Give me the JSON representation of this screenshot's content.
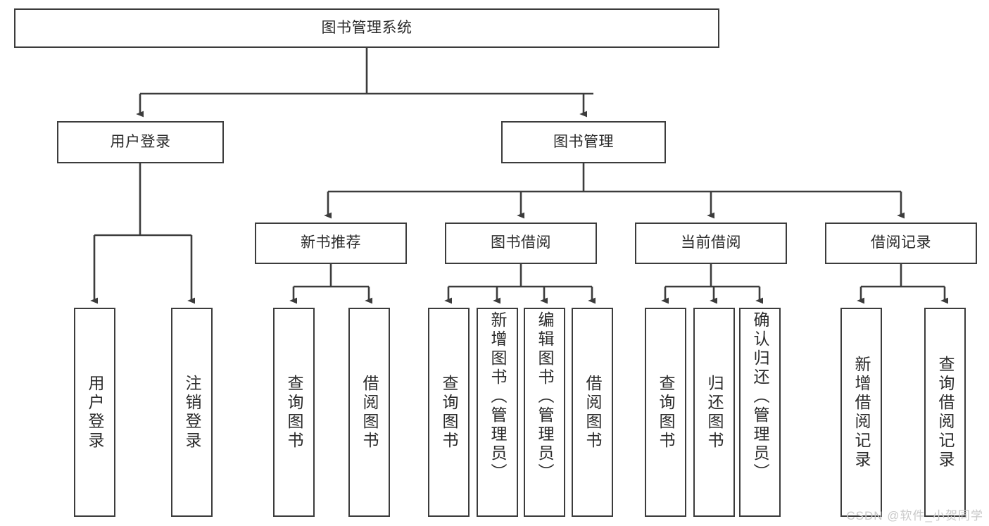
{
  "diagram": {
    "title": "图书管理系统",
    "type": "tree",
    "root": {
      "label": "图书管理系统"
    },
    "level2": [
      {
        "label": "用户登录"
      },
      {
        "label": "图书管理"
      }
    ],
    "level3": [
      {
        "label": "新书推荐"
      },
      {
        "label": "图书借阅"
      },
      {
        "label": "当前借阅"
      },
      {
        "label": "借阅记录"
      }
    ],
    "leaves": {
      "user_login": [
        {
          "label": "用户登录"
        },
        {
          "label": "注销登录"
        }
      ],
      "new_book_recommend": [
        {
          "label": "查询图书"
        },
        {
          "label": "借阅图书"
        }
      ],
      "book_borrow": [
        {
          "label": "查询图书"
        },
        {
          "label": "新增图书（管理员）"
        },
        {
          "label": "编辑图书（管理员）"
        },
        {
          "label": "借阅图书"
        }
      ],
      "current_borrow": [
        {
          "label": "查询图书"
        },
        {
          "label": "归还图书"
        },
        {
          "label": "确认归还（管理员）"
        }
      ],
      "borrow_record": [
        {
          "label": "新增借阅记录"
        },
        {
          "label": "查询借阅记录"
        }
      ]
    }
  },
  "watermark": {
    "text": "CSDN @软件_小贺同学"
  },
  "colors": {
    "line": "#3c3c3c",
    "box_fill": "#ffffff",
    "text": "#2b2b2b",
    "watermark": "#c9c9c9",
    "background": "#ffffff"
  }
}
